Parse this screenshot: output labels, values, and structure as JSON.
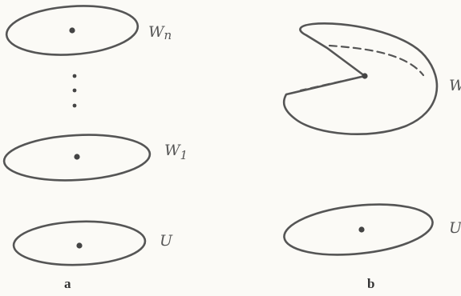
{
  "panel_a": {
    "caption": "a",
    "labels": {
      "top": "W",
      "top_sub": "n",
      "middle": "W",
      "middle_sub": "1",
      "bottom": "U"
    }
  },
  "panel_b": {
    "caption": "b",
    "labels": {
      "top": "W",
      "bottom": "U"
    }
  },
  "colors": {
    "ink": "#555555",
    "paper": "#fbfaf6"
  }
}
